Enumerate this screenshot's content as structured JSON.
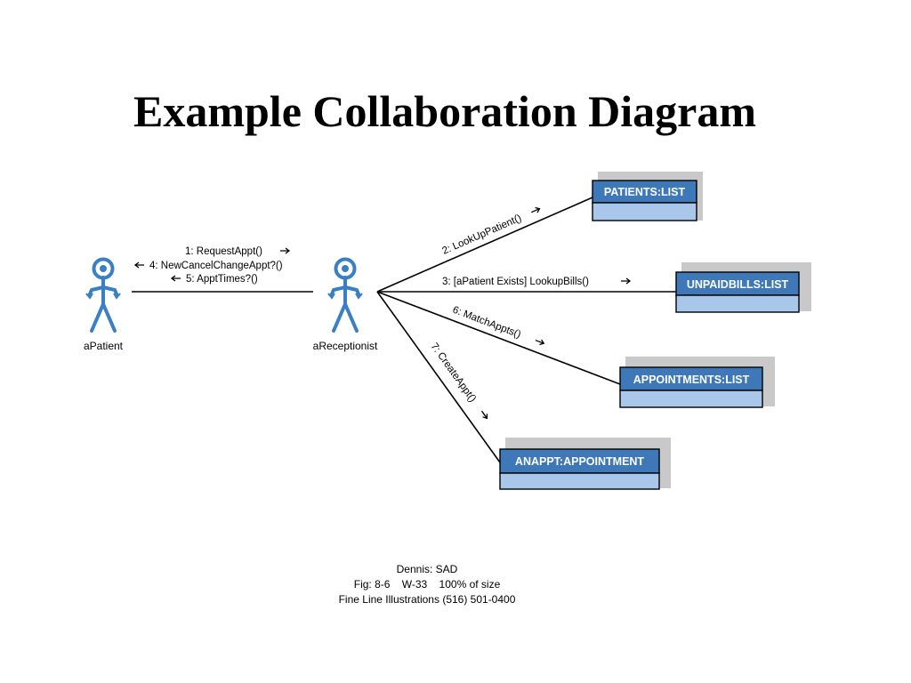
{
  "title": "Example Collaboration Diagram",
  "colors": {
    "actor": "#3a7fc4",
    "object_header": "#3e78b8",
    "object_body": "#a9c7ea",
    "object_shadow": "#c9c9c9",
    "line": "#000000"
  },
  "actors": {
    "patient": {
      "label": "aPatient",
      "icon": "stick-figure-icon"
    },
    "receptionist": {
      "label": "aReceptionist",
      "icon": "stick-figure-icon"
    }
  },
  "objects": {
    "patients_list": "PATIENTS:LIST",
    "unpaidbills_list": "UNPAIDBILLS:LIST",
    "appointments_list": "APPOINTMENTS:LIST",
    "anappt": "ANAPPT:APPOINTMENT"
  },
  "messages": {
    "request_appt": "1: RequestAppt()",
    "new_cancel_change": "4: NewCancelChangeAppt?()",
    "appt_times": "5: ApptTimes?()",
    "lookup_patient": "2: LookUpPatient()",
    "lookup_bills": "3: [aPatient Exists] LookupBills()",
    "match_appts": "6: MatchAppts()",
    "create_appt": "7: CreateAppt()"
  },
  "credits": {
    "line1": "Dennis: SAD",
    "line2": "Fig: 8-6    W-33    100% of size",
    "line3": "Fine Line Illustrations (516) 501-0400"
  }
}
